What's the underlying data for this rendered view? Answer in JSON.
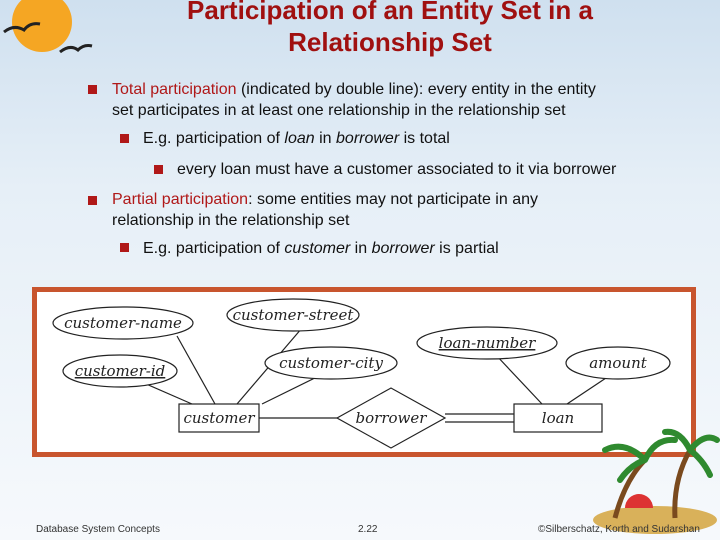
{
  "title": {
    "line1": "Participation of an Entity Set in a",
    "line2": "Relationship Set"
  },
  "bullets": {
    "b1_highlight": "Total participation",
    "b1_text": " (indicated by double line):  every entity in the entity",
    "b1_line2": "set participates in at least one relationship in the relationship set",
    "b1_sub_prefix": "E.g. participation of ",
    "b1_sub_ital1": "loan",
    "b1_sub_mid": " in ",
    "b1_sub_ital2": "borrower",
    "b1_sub_suffix": " is total",
    "b1_subsub": "every loan must have a customer associated to it via borrower",
    "b2_highlight": "Partial participation",
    "b2_text": ":  some entities may not participate in any",
    "b2_line2": "relationship in the relationship set",
    "b2_sub_prefix": "E.g. participation of ",
    "b2_sub_ital1": "customer",
    "b2_sub_mid": " in ",
    "b2_sub_ital2": "borrower",
    "b2_sub_suffix": " is partial"
  },
  "diagram": {
    "attr_customer_name": "customer-name",
    "attr_customer_street": "customer-street",
    "attr_customer_id": "customer-id",
    "attr_customer_city": "customer-city",
    "attr_loan_number": "loan-number",
    "attr_amount": "amount",
    "entity_customer": "customer",
    "relationship_borrower": "borrower",
    "entity_loan": "loan"
  },
  "footer": {
    "left": "Database System Concepts",
    "center": "2.22",
    "right": "©Silberschatz, Korth and Sudarshan"
  },
  "colors": {
    "accent": "#b01818",
    "frame": "#c8552e"
  }
}
